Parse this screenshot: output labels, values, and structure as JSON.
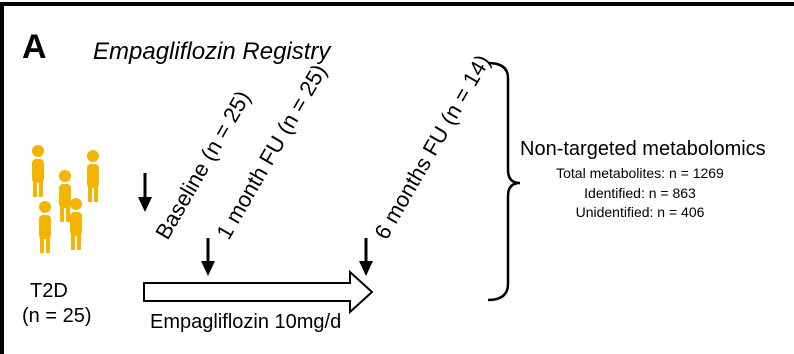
{
  "panel_letter": "A",
  "title": "Empagliflozin Registry",
  "cohort": {
    "label": "T2D",
    "n": "(n = 25)"
  },
  "treatment": "Empagliflozin 10mg/d",
  "timepoints": [
    {
      "label": "Baseline (n = 25)"
    },
    {
      "label": "1 month FU (n = 25)"
    },
    {
      "label": "6 months FU (n = 14)"
    }
  ],
  "metabolomics": {
    "title": "Non-targeted metabolomics",
    "stats": [
      "Total metabolites: n = 1269",
      "Identified: n = 863",
      "Unidentified: n = 406"
    ]
  },
  "colors": {
    "person": "#F5B400",
    "line": "#000000",
    "arrow_fill": "#ffffff"
  },
  "icons": [
    "person-icon"
  ]
}
